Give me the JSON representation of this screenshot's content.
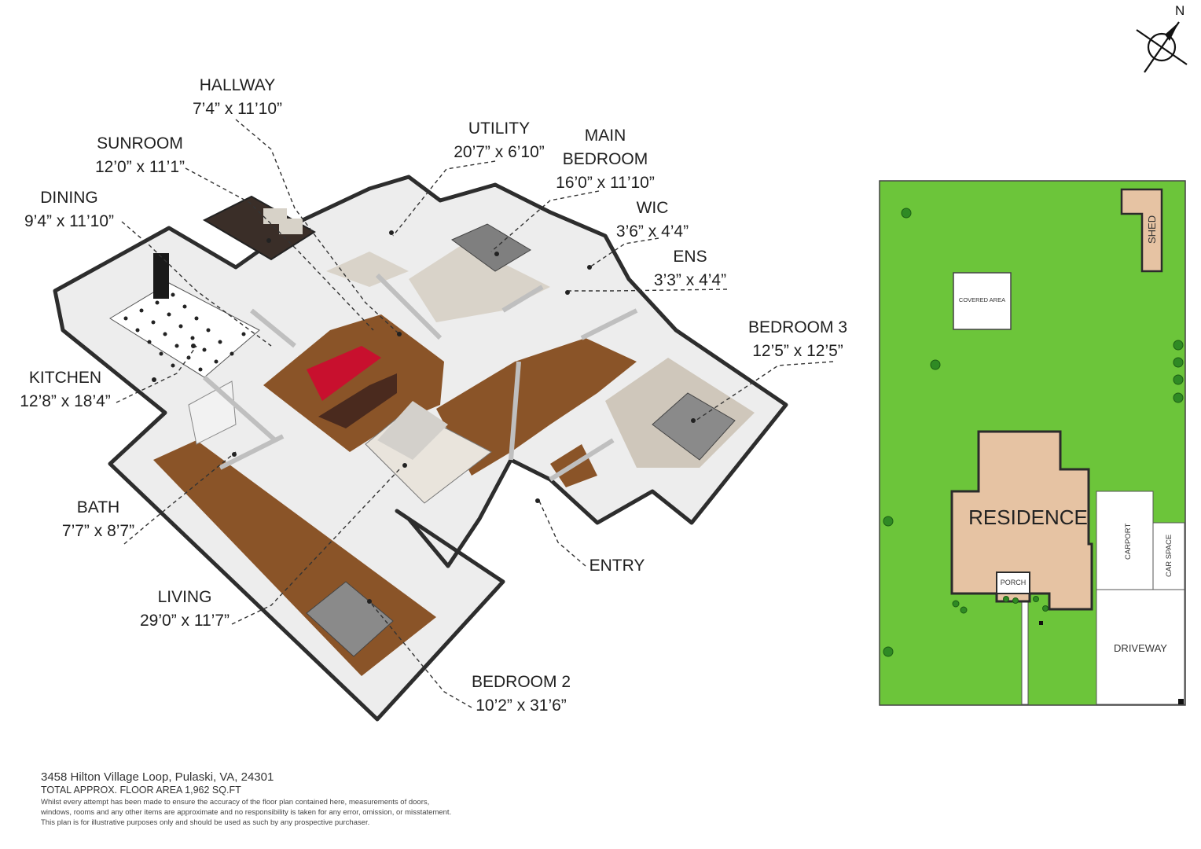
{
  "rooms": {
    "hallway": {
      "name": "HALLWAY",
      "dim": "7’4” x 11’10”"
    },
    "sunroom": {
      "name": "SUNROOM",
      "dim": "12’0” x 11’1”"
    },
    "dining": {
      "name": "DINING",
      "dim": "9’4” x 11’10”"
    },
    "utility": {
      "name": "UTILITY",
      "dim": "20’7” x 6’10”"
    },
    "main_bedroom": {
      "name_line1": "MAIN",
      "name_line2": "BEDROOM",
      "dim": "16’0” x 11’10”"
    },
    "wic": {
      "name": "WIC",
      "dim": "3’6” x 4’4”"
    },
    "ens": {
      "name": "ENS",
      "dim": "3’3” x 4’4”"
    },
    "bedroom3": {
      "name": "BEDROOM 3",
      "dim": "12’5” x 12’5”"
    },
    "kitchen": {
      "name": "KITCHEN",
      "dim": "12’8” x 18’4”"
    },
    "bath": {
      "name": "BATH",
      "dim": "7’7” x 8’7”"
    },
    "living": {
      "name": "LIVING",
      "dim": "29’0” x 11’7”"
    },
    "entry": {
      "name": "ENTRY"
    },
    "bedroom2": {
      "name": "BEDROOM 2",
      "dim": "10’2” x 31’6”"
    }
  },
  "compass": {
    "label": "N"
  },
  "site_plan": {
    "residence": "RESIDENCE",
    "shed": "SHED",
    "covered_area": "COVERED AREA",
    "carport": "CARPORT",
    "car_space": "CAR SPACE",
    "porch": "PORCH",
    "driveway": "DRIVEWAY",
    "colors": {
      "lawn": "#6cc53a",
      "building": "#e6c3a3",
      "outline": "#2b2b2b"
    }
  },
  "footer": {
    "address": "3458 Hilton Village Loop, Pulaski, VA, 24301",
    "area": "TOTAL APPROX. FLOOR AREA 1,962 SQ.FT",
    "disclaimer_1": "Whilst every attempt has been made to ensure the accuracy of the floor plan contained here, measurements of doors,",
    "disclaimer_2": "windows, rooms and any other items are approximate and no responsibility is taken for any error, omission, or misstatement.",
    "disclaimer_3": "This plan is for illustrative purposes only and should be used as such by any prospective purchaser."
  }
}
